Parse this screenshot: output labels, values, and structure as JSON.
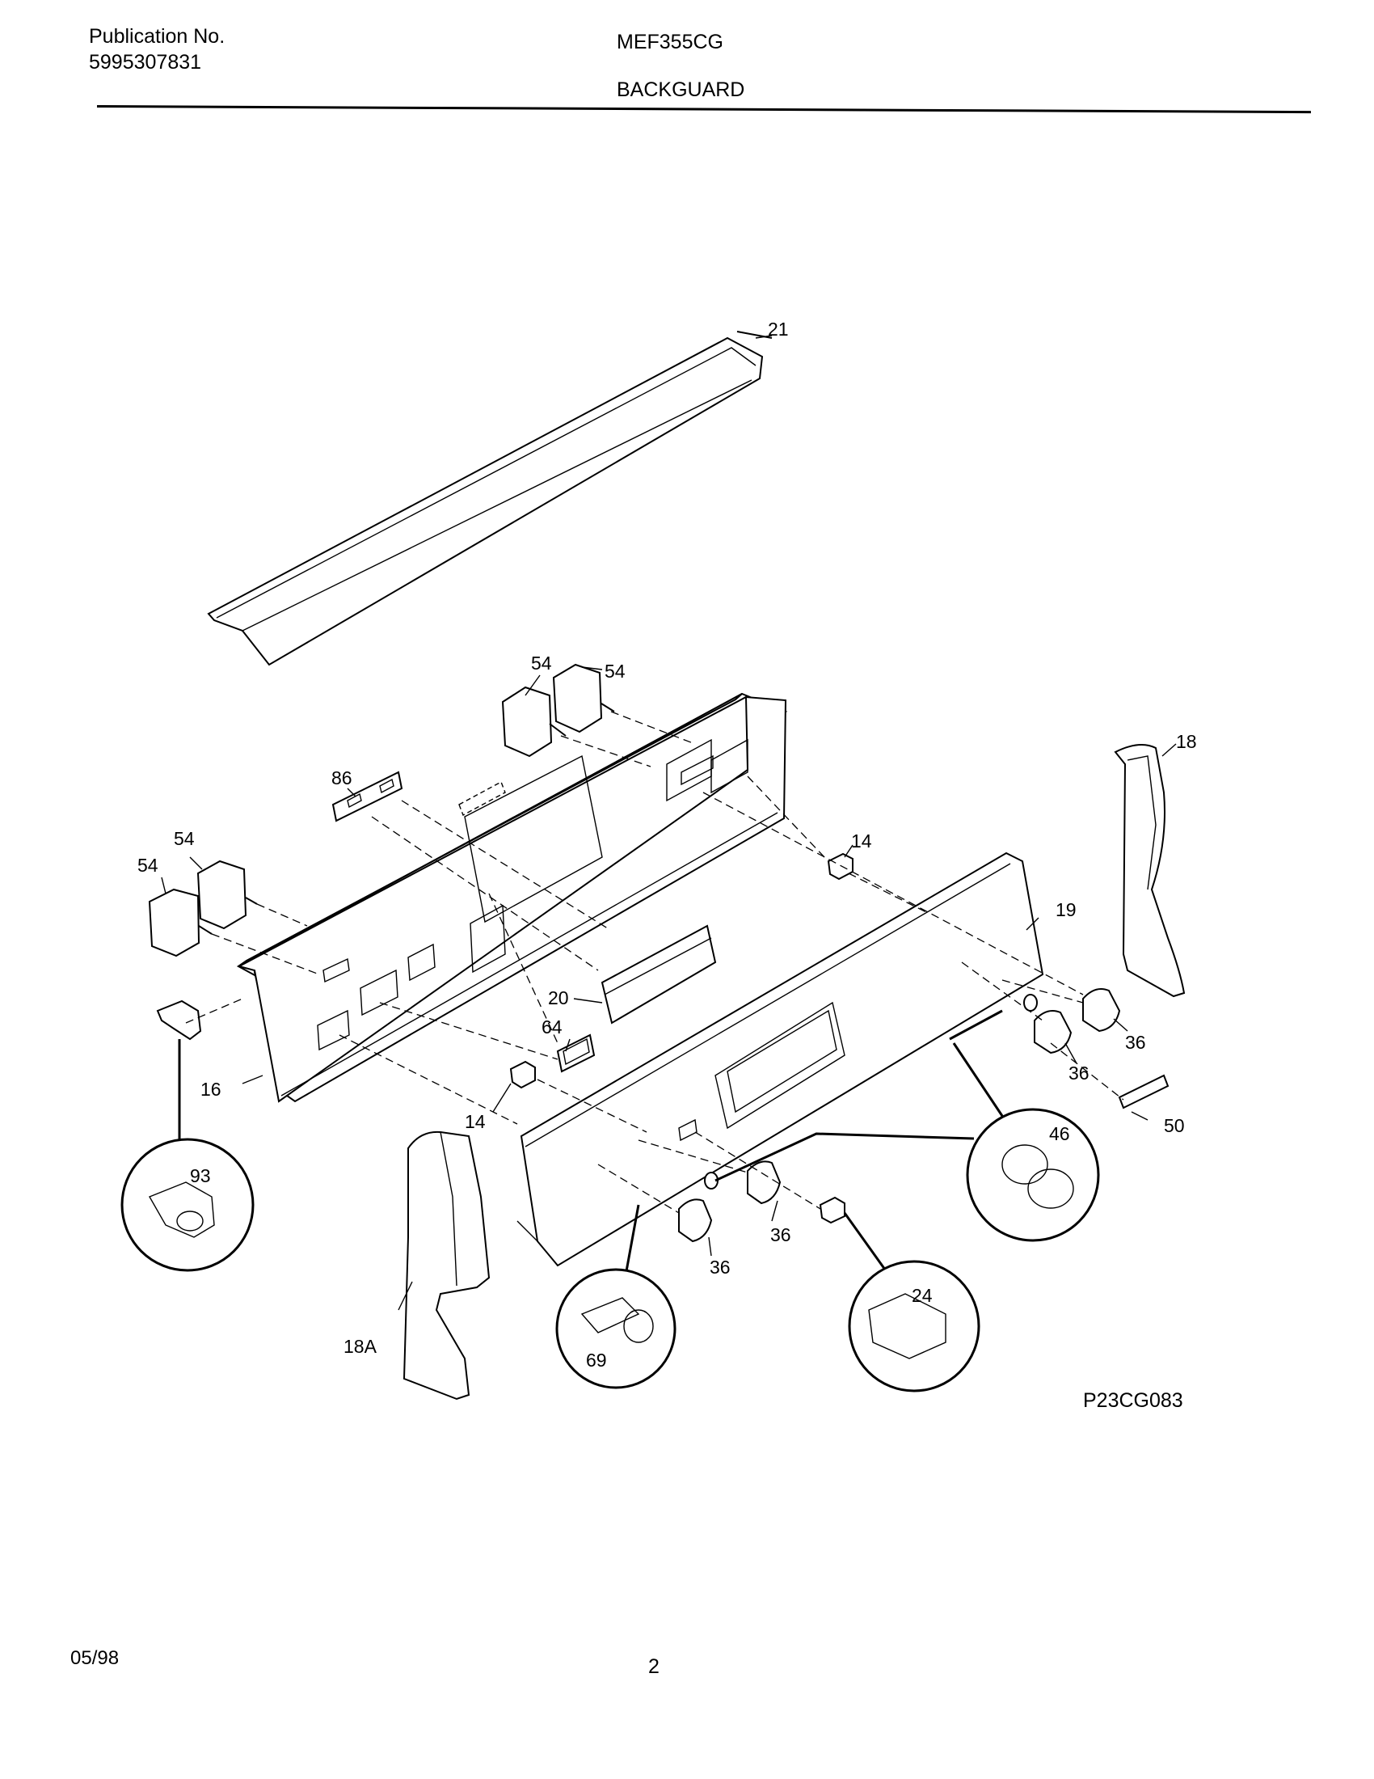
{
  "header": {
    "publication_label": "Publication No.",
    "publication_number": "5995307831",
    "model": "MEF355CG",
    "section": "BACKGUARD"
  },
  "diagram": {
    "part_labels": {
      "p21": "21",
      "p54a": "54",
      "p54b": "54",
      "p54c": "54",
      "p54d": "54",
      "p18": "18",
      "p86": "86",
      "p14a": "14",
      "p19": "19",
      "p20": "20",
      "p64": "64",
      "p16": "16",
      "p14b": "14",
      "p36a": "36",
      "p36b": "36",
      "p36c": "36",
      "p36d": "36",
      "p50": "50",
      "p46": "46",
      "p93": "93",
      "p24": "24",
      "p69": "69",
      "p18A": "18A"
    },
    "figure_code": "P23CG083"
  },
  "footer": {
    "date": "05/98",
    "page": "2"
  }
}
